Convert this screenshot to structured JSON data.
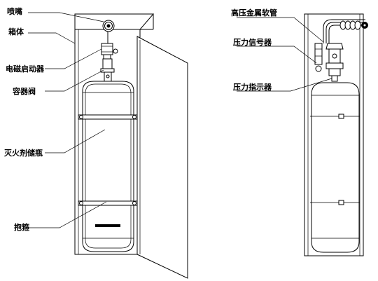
{
  "labels": {
    "nozzle": "喷嘴",
    "cabinet": "箱体",
    "solenoid_actuator": "电磁启动器",
    "container_valve": "容器阀",
    "agent_cylinder": "灭火剂储瓶",
    "hoop": "抱箍",
    "high_pressure_hose": "高压金属软管",
    "pressure_signaler": "压力信号器",
    "pressure_indicator": "压力指示器"
  }
}
